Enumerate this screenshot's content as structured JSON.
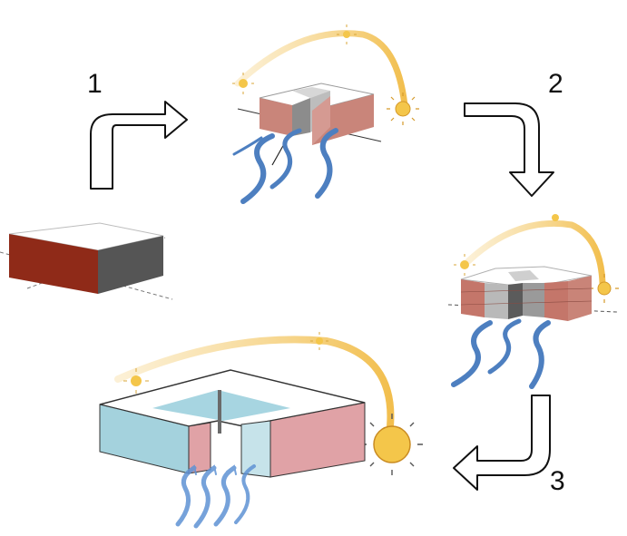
{
  "steps": [
    {
      "number": "1"
    },
    {
      "number": "2"
    },
    {
      "number": "3"
    }
  ],
  "icons": [
    "curved-arrow-icon",
    "sun-icon",
    "wind-icon"
  ],
  "colors": {
    "block_red": "#8f2a18",
    "block_grey": "#555555",
    "wall_salmon": "#c9857a",
    "wall_pink": "#e0a2a6",
    "wall_blue": "#a4d2dd",
    "courtyard": "#a7d5e1",
    "sun_path": "#f2c560",
    "sun": "#f4c64a",
    "wind": "#4d7fc0"
  }
}
